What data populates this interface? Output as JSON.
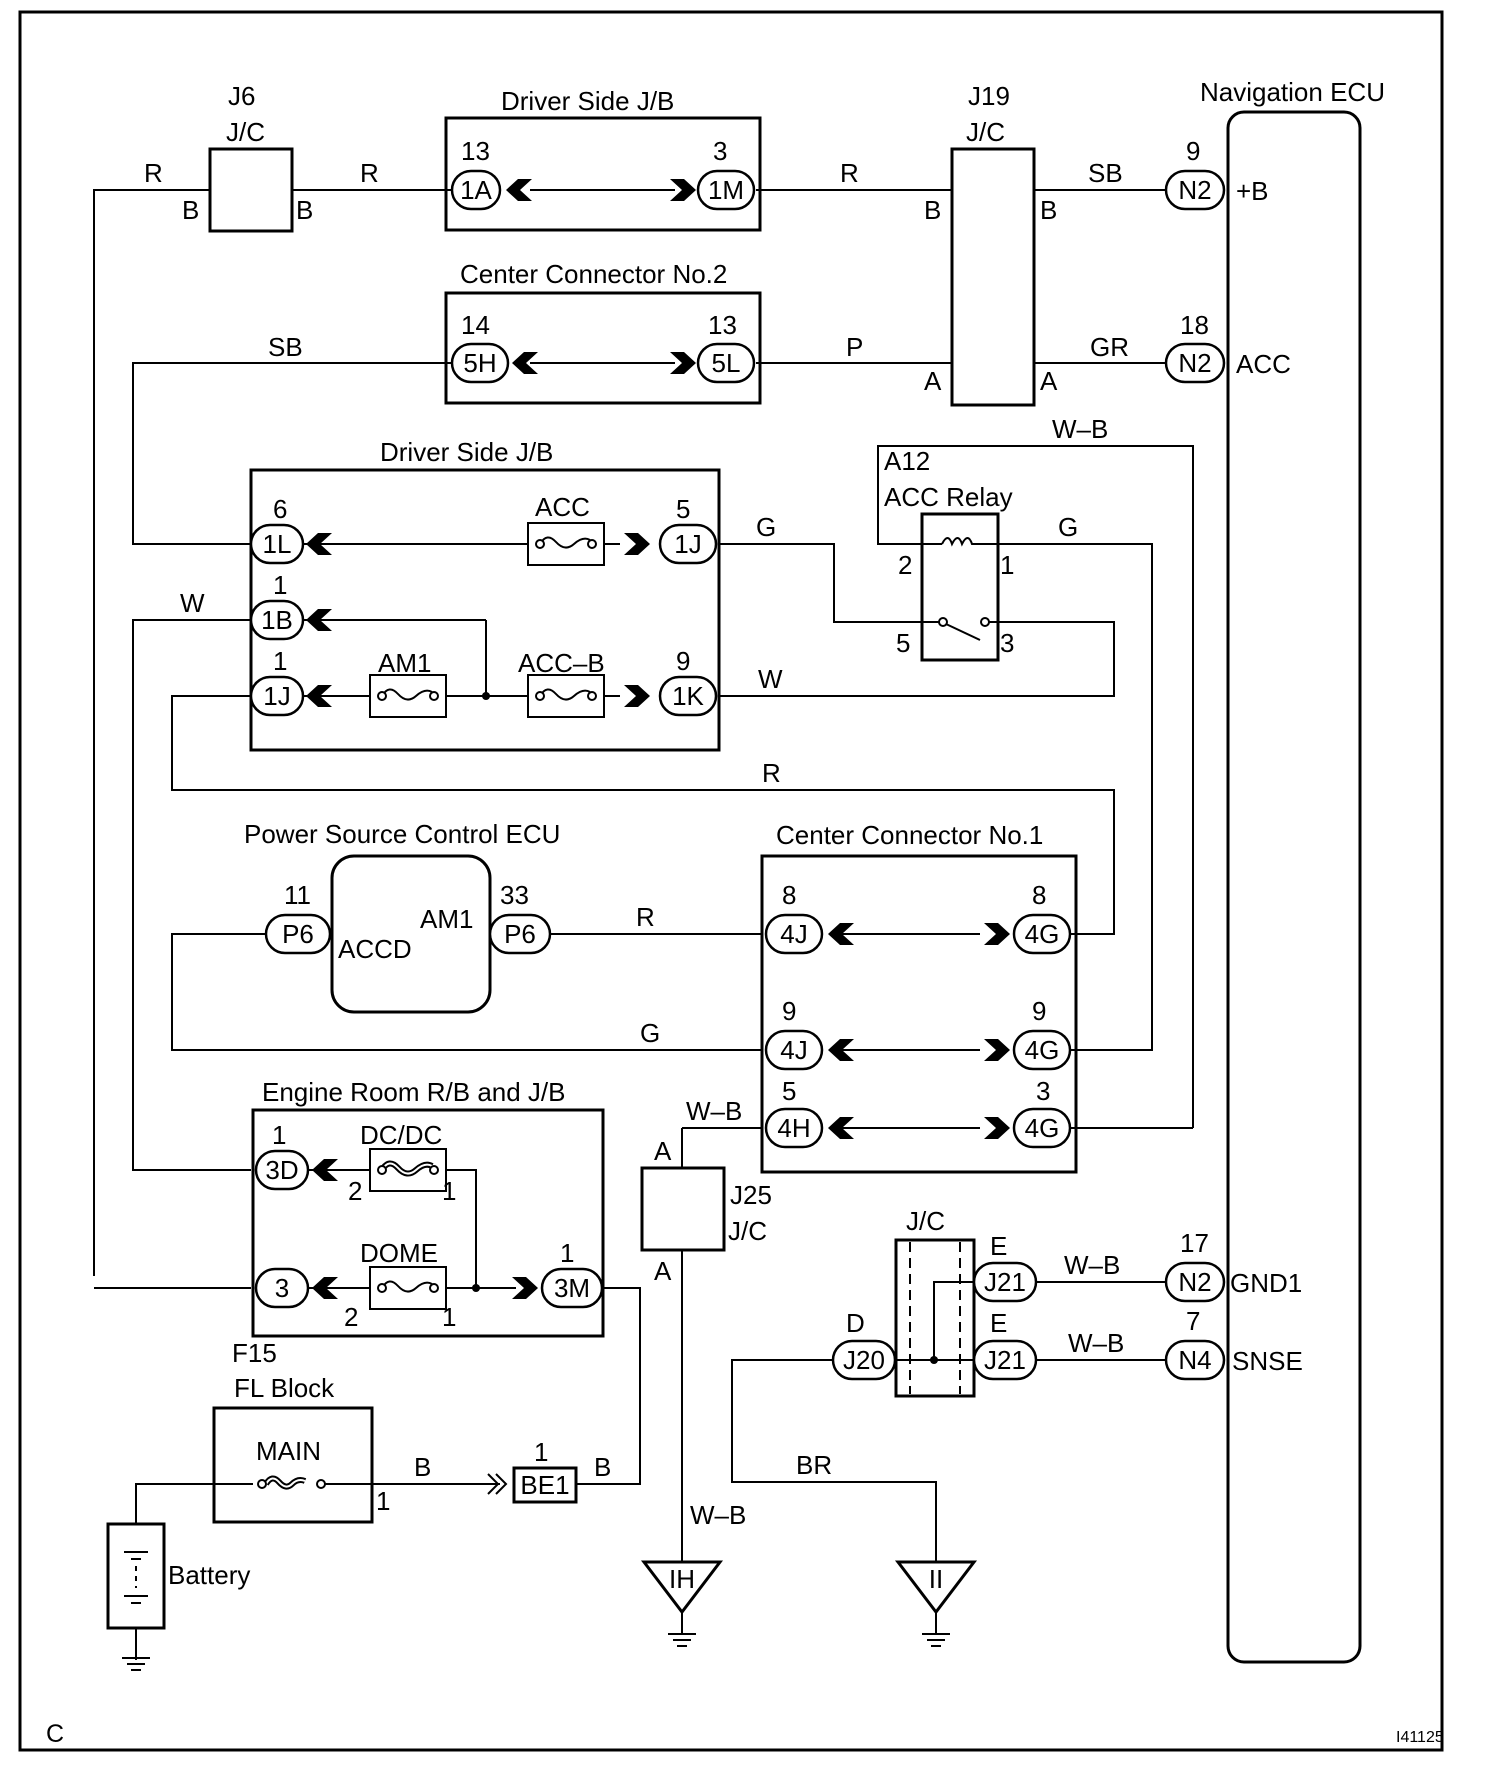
{
  "wires": {
    "r_j6_left": "R",
    "r_j6_right": "R",
    "r_1m_j19": "R",
    "sb_j19_n2": "SB",
    "sb_left": "SB",
    "p_5l_j19": "P",
    "gr_j19_n2": "GR",
    "wb_relay_top": "W–B",
    "g_1j_relay": "G",
    "g_relay_right": "G",
    "w_1b": "W",
    "w_1k": "W",
    "r_loop": "R",
    "r_p6_4j": "R",
    "g_p6_4j": "G",
    "wb_4h": "W–B",
    "wb_n2_gnd": "W–B",
    "wb_n4_snse": "W–B",
    "b_main_be1": "B",
    "b_be1_3m": "B",
    "br_j20": "BR",
    "wb_ih": "W–B"
  },
  "components": {
    "j6": {
      "name": "J6",
      "type": "J/C",
      "pin_left": "B",
      "pin_right": "B"
    },
    "dsjb_top": {
      "title": "Driver Side J/B",
      "c1_num": "13",
      "c1_id": "1A",
      "c2_num": "3",
      "c2_id": "1M"
    },
    "j19": {
      "name": "J19",
      "type": "J/C",
      "pin_b_left": "B",
      "pin_b_right": "B",
      "pin_a_left": "A",
      "pin_a_right": "A"
    },
    "nav_ecu": {
      "title": "Navigation ECU",
      "p1_num": "9",
      "p1_id": "N2",
      "p1_name": "+B",
      "p2_num": "18",
      "p2_id": "N2",
      "p2_name": "ACC",
      "p3_num": "17",
      "p3_id": "N2",
      "p3_name": "GND1",
      "p4_num": "7",
      "p4_id": "N4",
      "p4_name": "SNSE"
    },
    "cc2": {
      "title": "Center Connector No.2",
      "c1_num": "14",
      "c1_id": "5H",
      "c2_num": "13",
      "c2_id": "5L"
    },
    "dsjb_mid": {
      "title": "Driver Side J/B",
      "c1l_num": "6",
      "c1l_id": "1L",
      "acc_fuse": "ACC",
      "c1j_num": "5",
      "c1j_id": "1J",
      "c1b_num": "1",
      "c1b_id": "1B",
      "c1j2_num": "1",
      "c1j2_id": "1J",
      "am1_fuse": "AM1",
      "accb_fuse": "ACC–B",
      "c1k_num": "9",
      "c1k_id": "1K"
    },
    "relay": {
      "id": "A12",
      "name": "ACC Relay",
      "p2": "2",
      "p1": "1",
      "p5": "5",
      "p3": "3"
    },
    "psecu": {
      "title": "Power Source Control ECU",
      "p11_num": "11",
      "p11_id": "P6",
      "p33_num": "33",
      "p33_id": "P6",
      "accd": "ACCD",
      "am1": "AM1"
    },
    "cc1": {
      "title": "Center Connector No.1",
      "a_l_num": "8",
      "a_l_id": "4J",
      "a_r_num": "8",
      "a_r_id": "4G",
      "b_l_num": "9",
      "b_l_id": "4J",
      "b_r_num": "9",
      "b_r_id": "4G",
      "c_l_num": "5",
      "c_l_id": "4H",
      "c_r_num": "3",
      "c_r_id": "4G"
    },
    "errb": {
      "title": "Engine Room R/B and J/B",
      "c3d_num": "1",
      "c3d_id": "3D",
      "dcdc": "DC/DC",
      "dcdc_p2": "2",
      "dcdc_p1": "1",
      "c3_id": "3",
      "dome": "DOME",
      "dome_p2": "2",
      "dome_p1": "1",
      "c3m_num": "1",
      "c3m_id": "3M",
      "f15": "F15"
    },
    "j25": {
      "name": "J25",
      "type": "J/C",
      "pin_top": "A",
      "pin_bottom": "A"
    },
    "jc": {
      "type": "J/C",
      "e1": "E",
      "e1_id": "J21",
      "e2": "E",
      "e2_id": "J21",
      "d": "D",
      "d_id": "J20"
    },
    "flblock": {
      "title": "FL Block",
      "main": "MAIN",
      "pin": "1"
    },
    "be1": {
      "num": "1",
      "id": "BE1"
    },
    "battery": {
      "label": "Battery"
    },
    "ground_ih": "IH",
    "ground_ii": "II"
  },
  "footer": {
    "left": "C",
    "right": "I41125"
  }
}
